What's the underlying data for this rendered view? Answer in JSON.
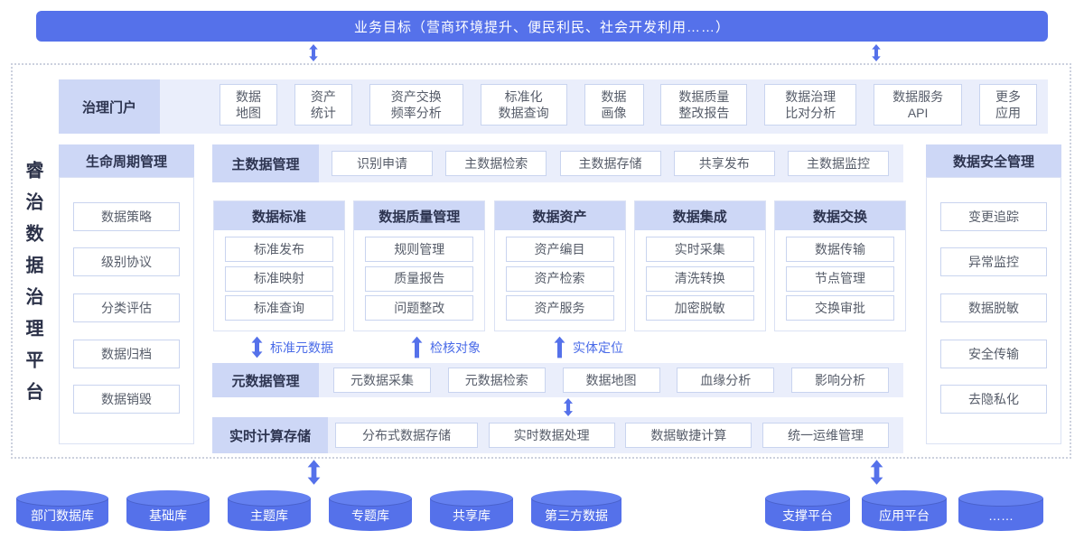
{
  "banner": {
    "title": "业务目标（营商环境提升、便民利民、社会开发利用……）"
  },
  "platform_title": "睿治数据治理平台",
  "portal": {
    "header": "治理门户",
    "items": [
      "数据\n地图",
      "资产\n统计",
      "资产交换\n频率分析",
      "标准化\n数据查询",
      "数据\n画像",
      "数据质量\n整改报告",
      "数据治理\n比对分析",
      "数据服务\nAPI",
      "更多\n应用"
    ]
  },
  "lifecycle": {
    "header": "生命周期管理",
    "items": [
      "数据策略",
      "级别协议",
      "分类评估",
      "数据归档",
      "数据销毁"
    ]
  },
  "master_data": {
    "header": "主数据管理",
    "items": [
      "识别申请",
      "主数据检索",
      "主数据存储",
      "共享发布",
      "主数据监控"
    ]
  },
  "capability_columns": [
    {
      "header": "数据标准",
      "items": [
        "标准发布",
        "标准映射",
        "标准查询"
      ]
    },
    {
      "header": "数据质量管理",
      "items": [
        "规则管理",
        "质量报告",
        "问题整改"
      ]
    },
    {
      "header": "数据资产",
      "items": [
        "资产编目",
        "资产检索",
        "资产服务"
      ]
    },
    {
      "header": "数据集成",
      "items": [
        "实时采集",
        "清洗转换",
        "加密脱敏"
      ]
    },
    {
      "header": "数据交换",
      "items": [
        "数据传输",
        "节点管理",
        "交换审批"
      ]
    }
  ],
  "flow_labels": [
    {
      "label": "标准元数据"
    },
    {
      "label": "检核对象"
    },
    {
      "label": "实体定位"
    }
  ],
  "metadata": {
    "header": "元数据管理",
    "items": [
      "元数据采集",
      "元数据检索",
      "数据地图",
      "血缘分析",
      "影响分析"
    ]
  },
  "realtime": {
    "header": "实时计算存储",
    "items": [
      "分布式数据存储",
      "实时数据处理",
      "数据敏捷计算",
      "统一运维管理"
    ]
  },
  "security": {
    "header": "数据安全管理",
    "items": [
      "变更追踪",
      "异常监控",
      "数据脱敏",
      "安全传输",
      "去隐私化"
    ]
  },
  "data_sources": [
    "部门数据库",
    "基础库",
    "主题库",
    "专题库",
    "共享库",
    "第三方数据"
  ],
  "platforms": [
    "支撑平台",
    "应用平台",
    "……"
  ],
  "colors": {
    "primary": "#5571ea",
    "header_bg": "#cdd7f6",
    "row_bg": "#eaeefb",
    "item_border": "#c9d4ef",
    "accent": "#4a6be8"
  }
}
